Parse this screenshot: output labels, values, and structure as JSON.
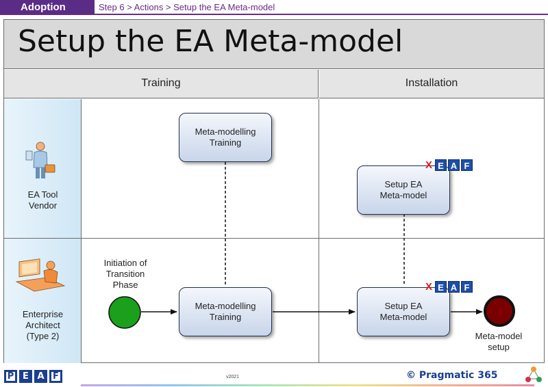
{
  "header": {
    "tab": "Adoption",
    "breadcrumb": "Step 6 > Actions > Setup the EA Meta-model"
  },
  "title": "Setup the EA Meta-model",
  "columns": [
    "Training",
    "Installation"
  ],
  "lanes": [
    {
      "label_lines": [
        "EA Tool",
        "Vendor"
      ],
      "icon": "vendor-person-icon"
    },
    {
      "label_lines": [
        "Enterprise",
        "Architect",
        "(Type 2)"
      ],
      "icon": "architect-at-desk-icon"
    }
  ],
  "tasks": {
    "vendor_training": [
      "Meta-modelling",
      "Training"
    ],
    "vendor_setup": [
      "Setup EA",
      "Meta-model"
    ],
    "architect_training": [
      "Meta-modelling",
      "Training"
    ],
    "architect_setup": [
      "Setup EA",
      "Meta-model"
    ]
  },
  "badge": {
    "x": "X",
    "letters": [
      "E",
      "A",
      "F"
    ]
  },
  "events": {
    "start_lines": [
      "Initiation of",
      "Transition",
      "Phase"
    ],
    "end_lines": [
      "Meta-model",
      "setup"
    ]
  },
  "colors": {
    "start_event": "#1aa01a",
    "end_event": "#7a0000",
    "accent": "#5b2c86",
    "task_border": "#1f2f4a"
  },
  "footer": {
    "logo": [
      "P",
      "E",
      "A",
      "F"
    ],
    "version": "v2021",
    "copyright": "© Pragmatic 365"
  }
}
